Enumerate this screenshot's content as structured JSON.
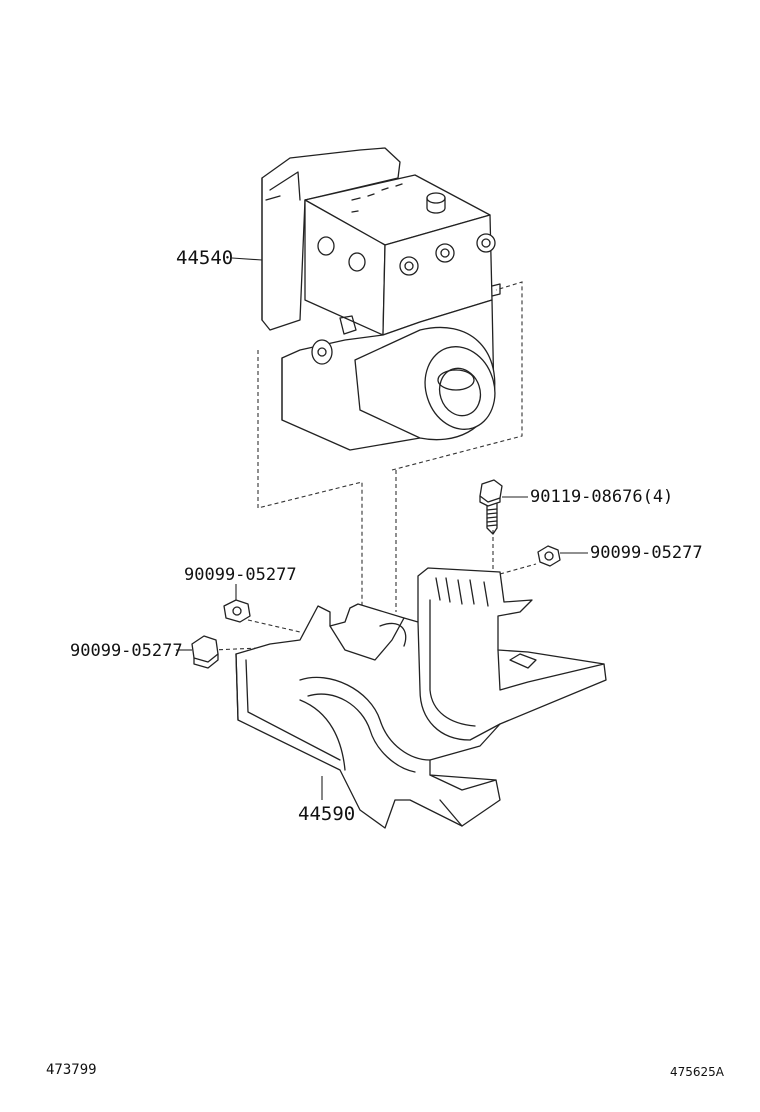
{
  "diagram": {
    "parts": {
      "actuator": "44540",
      "bracket": "44590",
      "bolt": "90119-08676(4)",
      "nut_right": "90099-05277",
      "nut_left_upper": "90099-05277",
      "nut_left_lower": "90099-05277"
    },
    "footer": {
      "left_code": "473799",
      "right_code": "475625A"
    }
  }
}
